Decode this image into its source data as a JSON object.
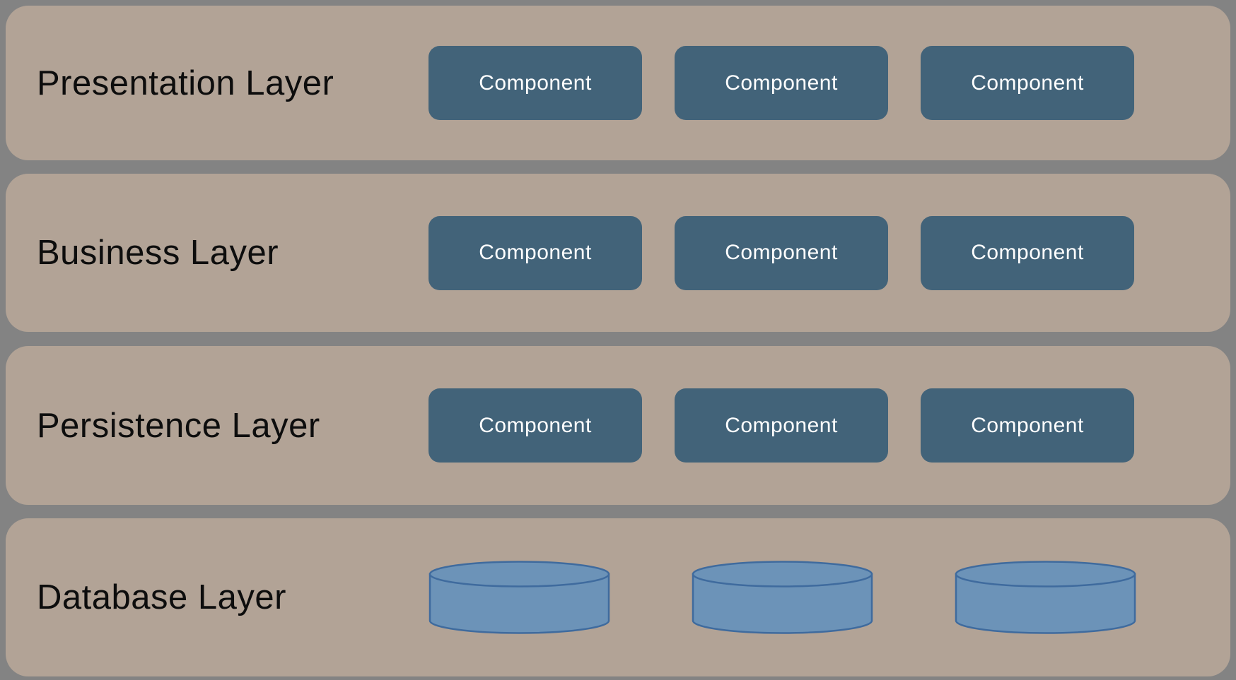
{
  "colors": {
    "background": "#838383",
    "layer_fill": "#b2a396",
    "component_fill": "#426379",
    "component_text": "#ffffff",
    "label_text": "#0d0d0d",
    "cylinder_fill": "#6c93b8",
    "cylinder_stroke": "#3f6b9e"
  },
  "layers": [
    {
      "label": "Presentation Layer",
      "type": "components",
      "items": [
        "Component",
        "Component",
        "Component"
      ]
    },
    {
      "label": "Business Layer",
      "type": "components",
      "items": [
        "Component",
        "Component",
        "Component"
      ]
    },
    {
      "label": "Persistence Layer",
      "type": "components",
      "items": [
        "Component",
        "Component",
        "Component"
      ]
    },
    {
      "label": "Database Layer",
      "type": "databases",
      "icons": [
        "database-cylinder",
        "database-cylinder",
        "database-cylinder"
      ]
    }
  ]
}
